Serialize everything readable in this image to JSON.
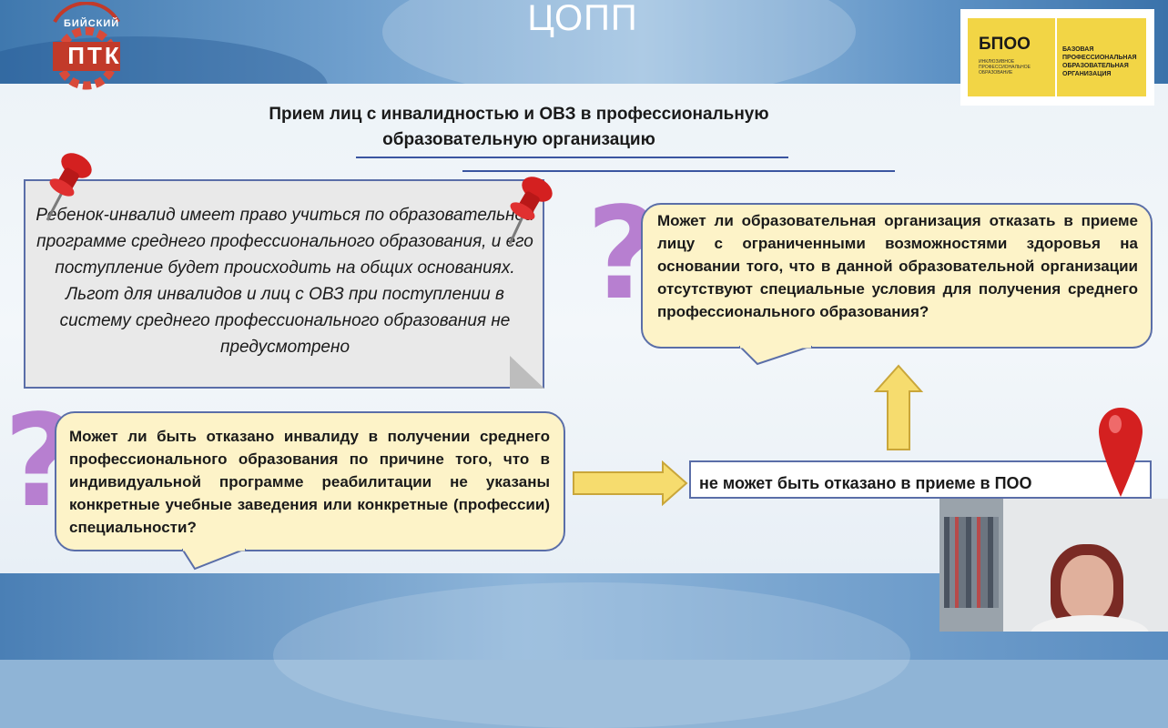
{
  "header": {
    "title": "ЦОПП"
  },
  "logo_left": {
    "text": "БИЙСКИЙ",
    "letters": "ПТК"
  },
  "logo_right": {
    "abbr": "БПОО",
    "small": "Инклюзивное профессиональное образование",
    "full": "Базовая профессиональная образовательная организация"
  },
  "slide": {
    "title_line1": "Прием лиц с инвалидностью и ОВЗ в профессиональную",
    "title_line2": "образовательную организацию",
    "note": "Ребенок-инвалид  имеет право учиться по образовательной программе среднего профессионального образования, и его поступление будет происходить на общих основаниях. Льгот для инвалидов и лиц с ОВЗ при поступлении в систему среднего профессионального образования не предусмотрено",
    "question_left": "Может ли быть отказано инвалиду в получении среднего профессионального образования по причине того, что в индивидуальной программе реабилитации не указаны конкретные учебные заведения или конкретные (профессии) специальности?",
    "answer": "не может быть отказано в приеме в ПОО",
    "question_right": "Может ли образовательная организация отказать в приеме лицу с ограниченными возможностями здоровья на основании того, что в данной образовательной организации отсутствуют специальные условия для получения среднего профессионального образования?",
    "qmark": "?"
  },
  "colors": {
    "callout_fill": "#fdf3c8",
    "border": "#5a6ea8",
    "qmark": "#b77fd0",
    "arrow": "#f6dc6e",
    "pin": "#d42020"
  }
}
